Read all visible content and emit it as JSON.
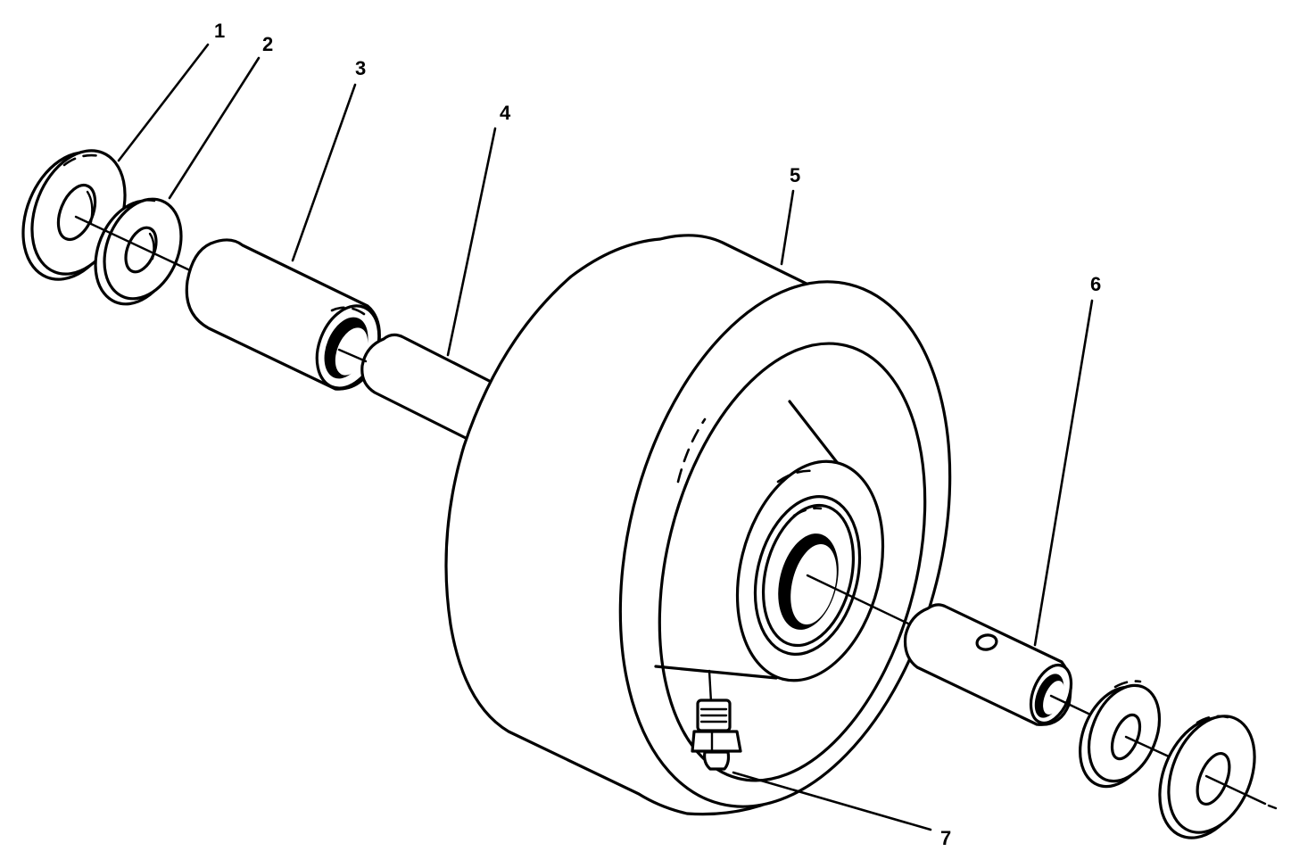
{
  "figure": {
    "type": "exploded-parts-diagram",
    "subject": "wheel assembly",
    "line_color": "#000000",
    "background_color": "#ffffff"
  },
  "callouts": [
    {
      "number": "1",
      "part": "outer washer (left)"
    },
    {
      "number": "2",
      "part": "inner washer (left)"
    },
    {
      "number": "3",
      "part": "bearing sleeve"
    },
    {
      "number": "4",
      "part": "axle"
    },
    {
      "number": "5",
      "part": "wheel"
    },
    {
      "number": "6",
      "part": "spacer sleeve with hole"
    },
    {
      "number": "7",
      "part": "grease fitting"
    }
  ]
}
